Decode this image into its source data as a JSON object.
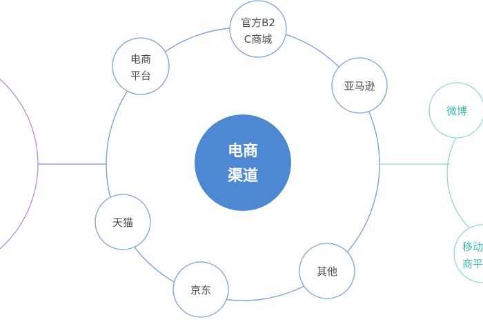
{
  "colors": {
    "center_fill": "#4f88d2",
    "ring": "#6f9ad6",
    "left_partial": "#a86ad0",
    "right_partial": "#6fcfcf",
    "right_text": "#3fb8b0",
    "node_text": "#4a4a4a"
  },
  "center": {
    "line1": "电商",
    "line2": "渠道"
  },
  "nodes": {
    "official_b2c": {
      "line1": "官方B2",
      "line2": "C商城"
    },
    "platform": {
      "line1": "电商",
      "line2": "平台"
    },
    "amazon": {
      "label": "亚马逊"
    },
    "tmall": {
      "label": "天猫"
    },
    "jd": {
      "label": "京东"
    },
    "other": {
      "label": "其他"
    }
  },
  "right_cluster": {
    "weibo": {
      "label": "微博"
    },
    "mobile": {
      "line1": "移动",
      "line2": "商平"
    }
  }
}
